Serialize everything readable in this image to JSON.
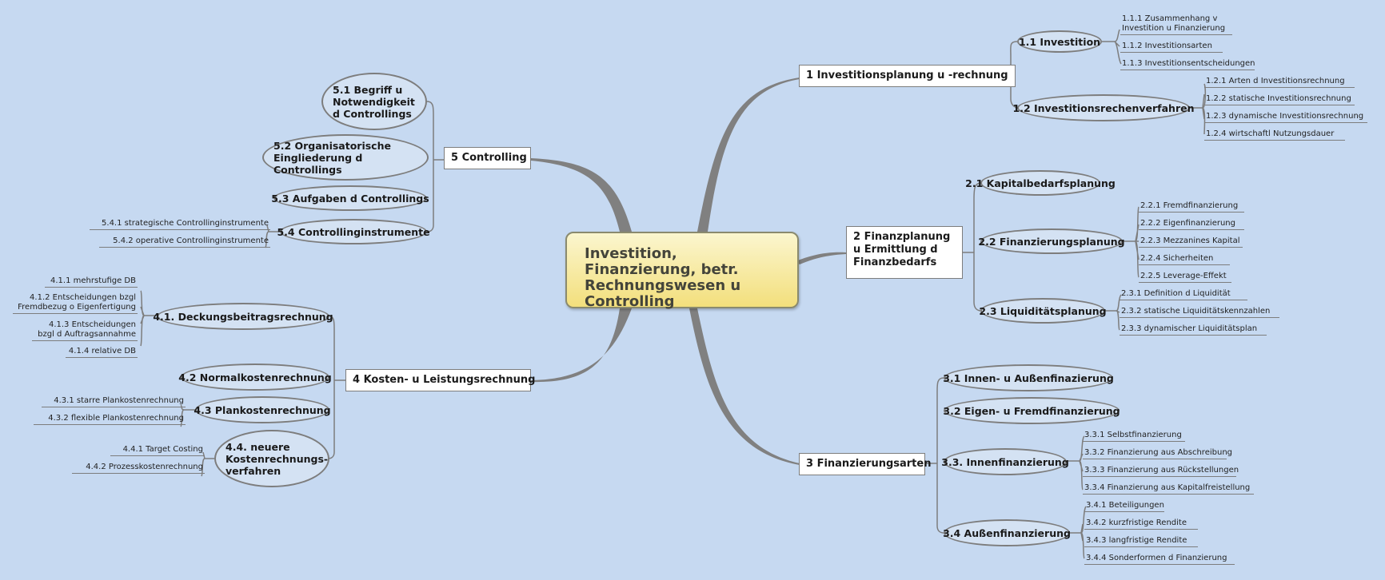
{
  "central": "Investition, Finanzierung, betr. Rechnungswesen u Controlling",
  "b1": {
    "title": "1 Investitionsplanung u -rechnung",
    "c1": {
      "title": "1.1 Investition",
      "leaves": [
        "1.1.1 Zusammenhang v Investition u Finanzierung",
        "1.1.2 Investitionsarten",
        "1.1.3 Investitionsentscheidungen"
      ]
    },
    "c2": {
      "title": "1.2 Investitionsrechenverfahren",
      "leaves": [
        "1.2.1 Arten d Investitionsrechnung",
        "1.2.2 statische Investitionsrechnung",
        "1.2.3 dynamische Investitionsrechnung",
        "1.2.4 wirtschaftl Nutzungsdauer"
      ]
    }
  },
  "b2": {
    "title": "2 Finanzplanung u Ermittlung d Finanzbedarfs",
    "c1": {
      "title": "2.1 Kapitalbedarfsplanung"
    },
    "c2": {
      "title": "2.2 Finanzierungsplanung",
      "leaves": [
        "2.2.1 Fremdfinanzierung",
        "2.2.2 Eigenfinanzierung",
        "2.2.3 Mezzanines Kapital",
        "2.2.4 Sicherheiten",
        "2.2.5 Leverage-Effekt"
      ]
    },
    "c3": {
      "title": "2.3 Liquiditätsplanung",
      "leaves": [
        "2.3.1 Definition d Liquidität",
        "2.3.2 statische Liquiditätskennzahlen",
        "2.3.3 dynamischer Liquiditätsplan"
      ]
    }
  },
  "b3": {
    "title": "3 Finanzierungsarten",
    "c1": {
      "title": "3.1 Innen- u Außenfinazierung"
    },
    "c2": {
      "title": "3.2 Eigen- u Fremdfinanzierung"
    },
    "c3": {
      "title": "3.3. Innenfinanzierung",
      "leaves": [
        "3.3.1 Selbstfinanzierung",
        "3.3.2 Finanzierung aus Abschreibung",
        "3.3.3 Finanzierung aus Rückstellungen",
        "3.3.4 Finanzierung aus Kapitalfreistellung"
      ]
    },
    "c4": {
      "title": "3.4 Außenfinanzierung",
      "leaves": [
        "3.4.1 Beteiligungen",
        "3.4.2 kurzfristige Rendite",
        "3.4.3 langfristige Rendite",
        "3.4.4 Sonderformen d Finanzierung"
      ]
    }
  },
  "b4": {
    "title": "4 Kosten- u Leistungsrechnung",
    "c1": {
      "title": "4.1. Deckungsbeitragsrechnung",
      "leaves": [
        "4.1.1 mehrstufige DB",
        "4.1.2 Entscheidungen bzgl Fremdbezug o Eigenfertigung",
        "4.1.3 Entscheidungen bzgl d Auftragsannahme",
        "4.1.4 relative DB"
      ]
    },
    "c2": {
      "title": "4.2 Normalkostenrechnung"
    },
    "c3": {
      "title": "4.3 Plankostenrechnung",
      "leaves": [
        "4.3.1 starre Plankostenrechnung",
        "4.3.2 flexible Plankostenrechnung"
      ]
    },
    "c4": {
      "title": "4.4. neuere Kostenrechnungs-verfahren",
      "leaves": [
        "4.4.1 Target Costing",
        "4.4.2 Prozesskostenrechnung"
      ]
    }
  },
  "b5": {
    "title": "5 Controlling",
    "c1": {
      "title": "5.1 Begriff u Notwendigkeit d Controllings"
    },
    "c2": {
      "title": "5.2 Organisatorische Eingliederung d Controllings"
    },
    "c3": {
      "title": "5.3 Aufgaben d Controllings"
    },
    "c4": {
      "title": "5.4 Controllinginstrumente",
      "leaves": [
        "5.4.1 strategische Controllinginstrumente",
        "5.4.2 operative Controllinginstrumente"
      ]
    }
  }
}
